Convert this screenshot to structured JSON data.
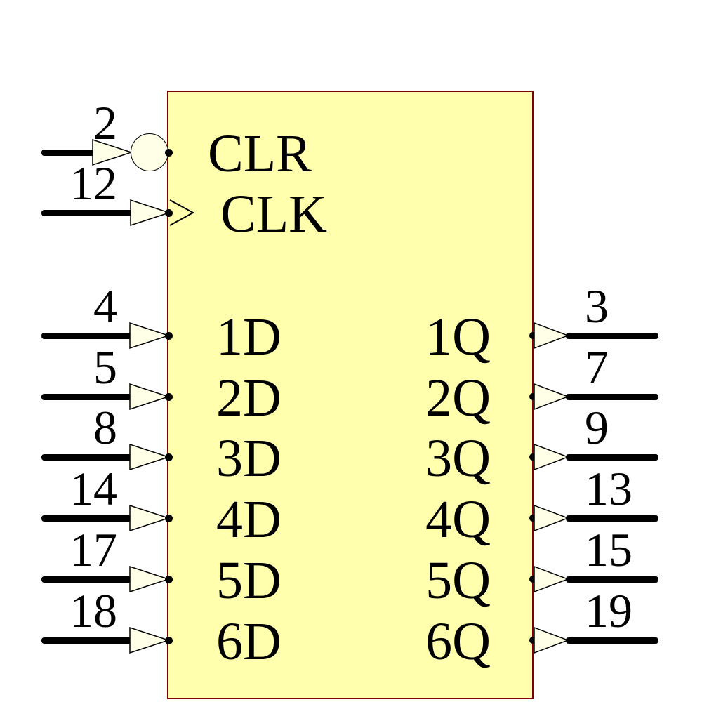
{
  "diagram": {
    "kind": "ic-schematic-symbol",
    "colors": {
      "background": "#ffffff",
      "body_fill": "#ffffad",
      "body_border": "#7f0000",
      "pin_symbol_fill": "#ffffe8",
      "pin_symbol_stroke": "#000000",
      "wire": "#000000",
      "text": "#000000"
    },
    "control_pins": [
      {
        "number": "2",
        "label": "CLR",
        "side": "left",
        "inverted": true,
        "clock_edge": false
      },
      {
        "number": "12",
        "label": "CLK",
        "side": "left",
        "inverted": false,
        "clock_edge": true
      }
    ],
    "left_pins": [
      {
        "number": "4",
        "label": "1D"
      },
      {
        "number": "5",
        "label": "2D"
      },
      {
        "number": "8",
        "label": "3D"
      },
      {
        "number": "14",
        "label": "4D"
      },
      {
        "number": "17",
        "label": "5D"
      },
      {
        "number": "18",
        "label": "6D"
      }
    ],
    "right_pins": [
      {
        "number": "3",
        "label": "1Q"
      },
      {
        "number": "7",
        "label": "2Q"
      },
      {
        "number": "9",
        "label": "3Q"
      },
      {
        "number": "13",
        "label": "4Q"
      },
      {
        "number": "15",
        "label": "5Q"
      },
      {
        "number": "19",
        "label": "6Q"
      }
    ]
  }
}
